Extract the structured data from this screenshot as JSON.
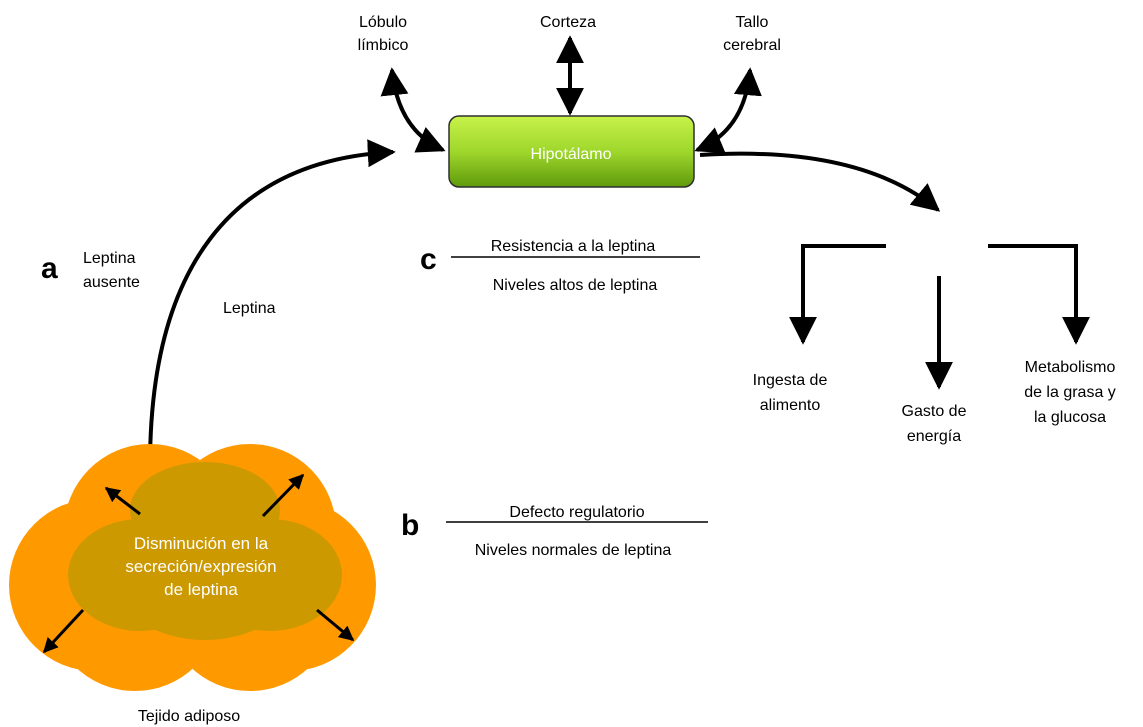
{
  "brain_regions": {
    "limbic": [
      "Lóbulo",
      "límbico"
    ],
    "cortex": "Corteza",
    "brainstem": [
      "Tallo",
      "cerebral"
    ]
  },
  "hypothalamus": "Hipotálamo",
  "panel_a": {
    "letter": "a",
    "absent": [
      "Leptina",
      "ausente"
    ],
    "signal": "Leptina"
  },
  "panel_b": {
    "letter": "b",
    "numerator": "Defecto regulatorio",
    "denominator": "Niveles normales de leptina"
  },
  "panel_c": {
    "letter": "c",
    "numerator": "Resistencia a la leptina",
    "denominator": "Niveles altos de leptina"
  },
  "adipose": {
    "inner_text": [
      "Disminución en la",
      "secreción/expresión",
      "de leptina"
    ],
    "label": "Tejido adiposo"
  },
  "outputs": {
    "intake": [
      "Ingesta de",
      "alimento"
    ],
    "energy": [
      "Gasto de",
      "energía"
    ],
    "metabolism": [
      "Metabolismo",
      "de la grasa y",
      "la glucosa"
    ]
  },
  "colors": {
    "adipose_outer": "#ff9900",
    "adipose_inner": "#cc9900",
    "hypothalamus_top": "#bfef3a",
    "hypothalamus_bottom": "#6aa30f",
    "line": "#000000"
  }
}
